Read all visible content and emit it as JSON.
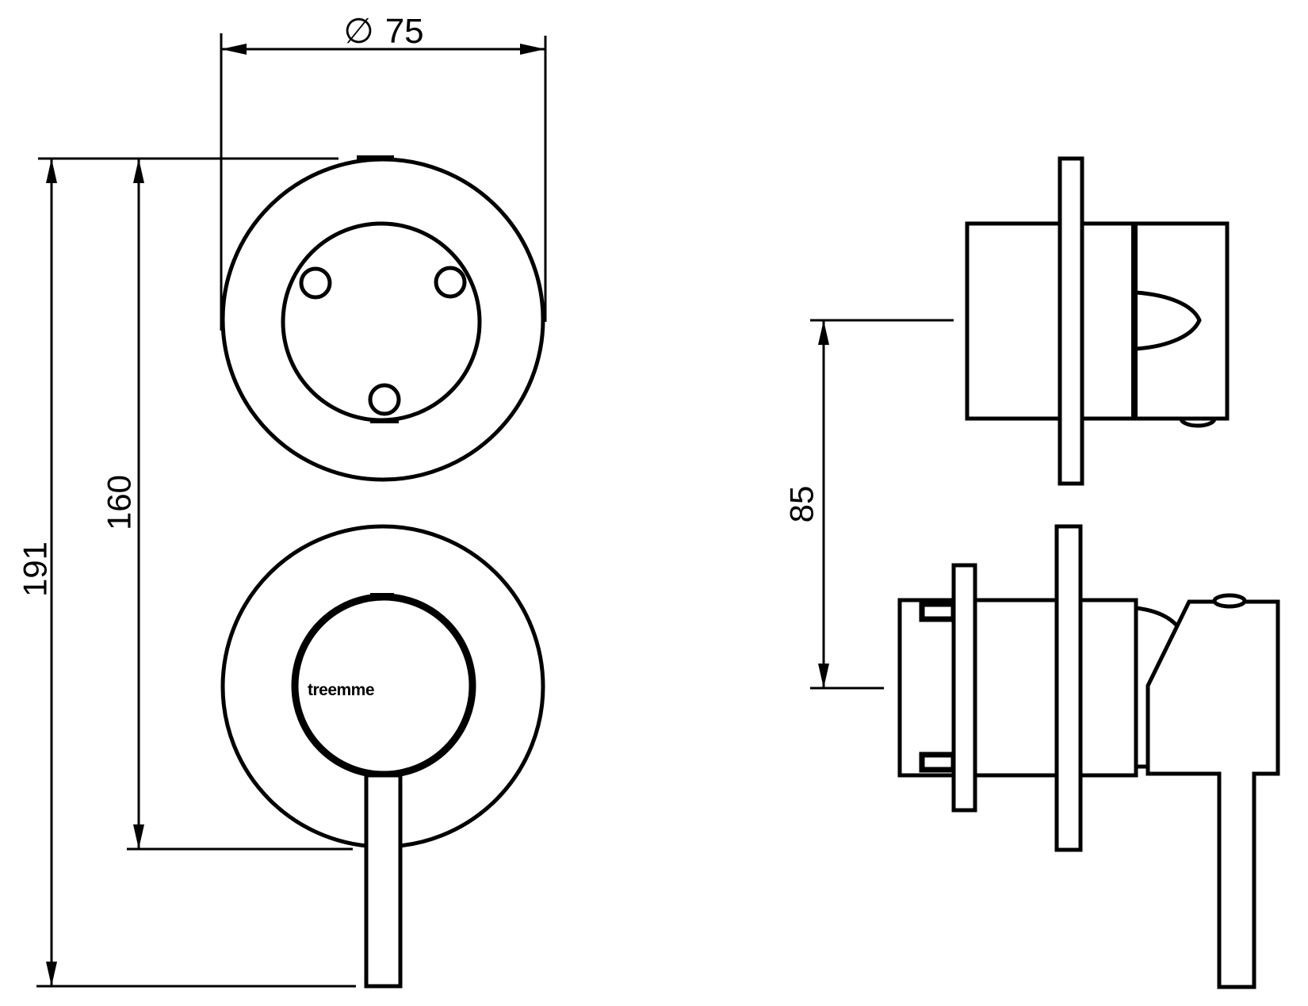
{
  "drawing": {
    "brand_logo": "treemme",
    "dimensions": {
      "diameter_symbol": "∅",
      "diameter_value": "75",
      "overall_height": "191",
      "height_to_plate_bottom": "160",
      "center_distance": "85"
    },
    "colors": {
      "line": "#000000",
      "background": "#ffffff"
    }
  }
}
